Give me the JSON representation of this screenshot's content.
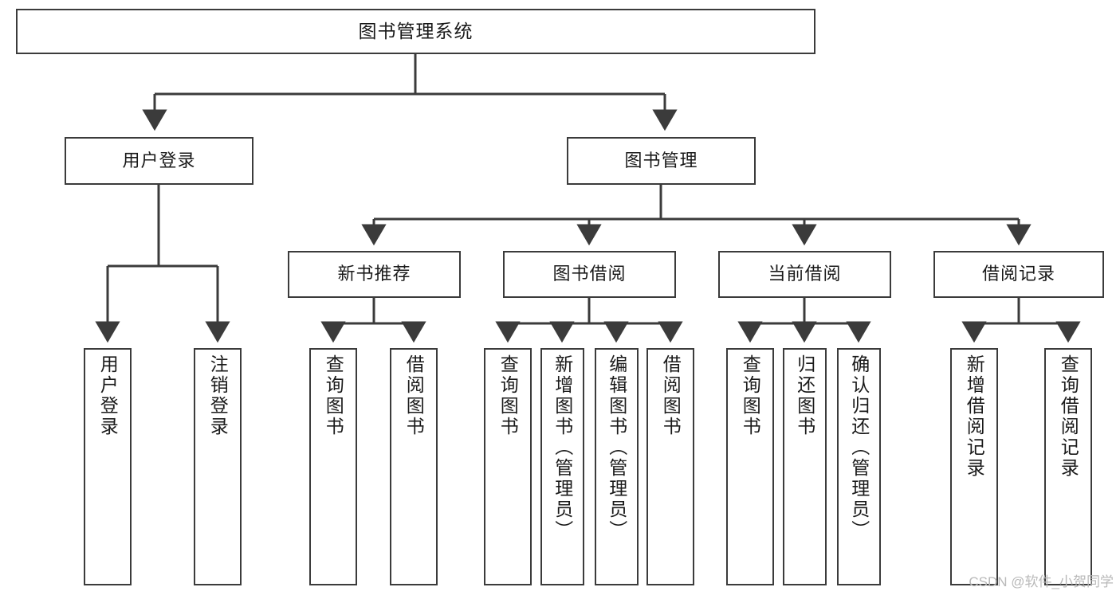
{
  "diagram": {
    "type": "tree-hierarchy",
    "title": "图书管理系统",
    "watermark": "CSDN @软件_小贺同学",
    "colors": {
      "box_border": "#3b3b3b",
      "box_fill": "#ffffff",
      "connector": "#3b3b3b",
      "text": "#1a1a1a",
      "watermark": "#b9b9b9"
    },
    "nodes": {
      "root": {
        "label": "图书管理系统",
        "level": 1
      },
      "l2": [
        {
          "id": "user-login",
          "label": "用户登录",
          "level": 2
        },
        {
          "id": "book-manage",
          "label": "图书管理",
          "level": 2
        }
      ],
      "l3": [
        {
          "id": "new-book-recommend",
          "label": "新书推荐",
          "level": 3
        },
        {
          "id": "book-borrow",
          "label": "图书借阅",
          "level": 3
        },
        {
          "id": "current-borrow",
          "label": "当前借阅",
          "level": 3
        },
        {
          "id": "borrow-record",
          "label": "借阅记录",
          "level": 3
        }
      ],
      "l4": {
        "user-login": [
          {
            "id": "leaf-user-login",
            "label": "用户登录"
          },
          {
            "id": "leaf-logout-login",
            "label": "注销登录"
          }
        ],
        "new-book-recommend": [
          {
            "id": "leaf-query-book-1",
            "label": "查询图书"
          },
          {
            "id": "leaf-borrow-book-1",
            "label": "借阅图书"
          }
        ],
        "book-borrow": [
          {
            "id": "leaf-query-book-2",
            "label": "查询图书"
          },
          {
            "id": "leaf-add-book",
            "label": "新增图书（管理员）"
          },
          {
            "id": "leaf-edit-book",
            "label": "编辑图书（管理员）"
          },
          {
            "id": "leaf-borrow-book-2",
            "label": "借阅图书"
          }
        ],
        "current-borrow": [
          {
            "id": "leaf-query-book-3",
            "label": "查询图书"
          },
          {
            "id": "leaf-return-book",
            "label": "归还图书"
          },
          {
            "id": "leaf-confirm-return",
            "label": "确认归还（管理员）"
          }
        ],
        "borrow-record": [
          {
            "id": "leaf-add-borrow-record",
            "label": "新增借阅记录"
          },
          {
            "id": "leaf-query-borrow-record",
            "label": "查询借阅记录"
          }
        ]
      }
    }
  }
}
